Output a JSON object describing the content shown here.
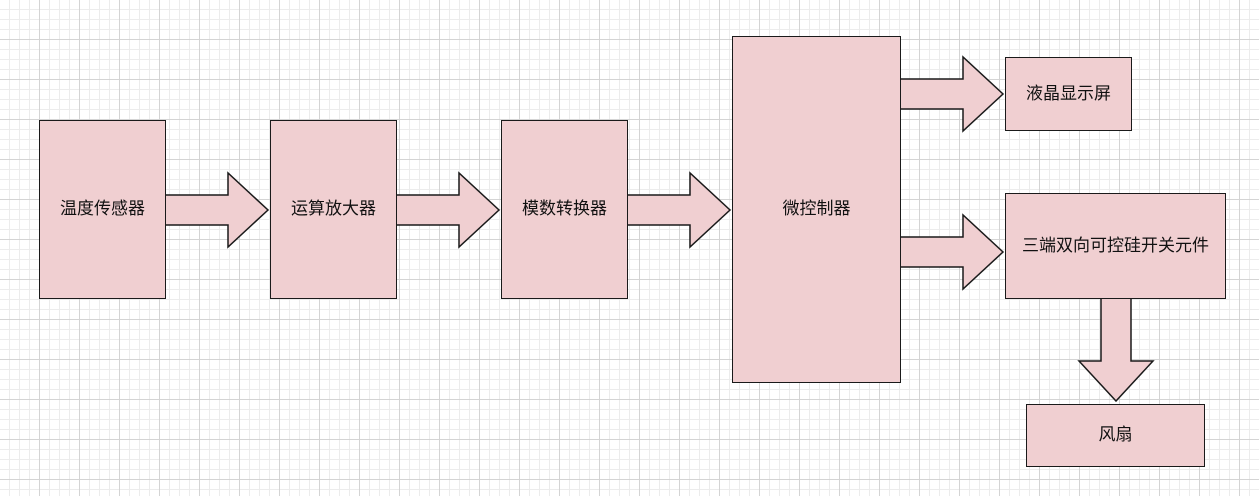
{
  "diagram": {
    "colors": {
      "node_fill": "#f0cfd1",
      "stroke": "#1a1a1a",
      "grid": "#d4d4d4"
    },
    "nodes": {
      "temperature_sensor": "温度传感器",
      "op_amp": "运算放大器",
      "adc": "模数转换器",
      "microcontroller": "微控制器",
      "lcd": "液晶显示屏",
      "triac": "三端双向可控硅开关元件",
      "fan": "风扇"
    },
    "edges": [
      {
        "from": "temperature_sensor",
        "to": "op_amp"
      },
      {
        "from": "op_amp",
        "to": "adc"
      },
      {
        "from": "adc",
        "to": "microcontroller"
      },
      {
        "from": "microcontroller",
        "to": "lcd"
      },
      {
        "from": "microcontroller",
        "to": "triac"
      },
      {
        "from": "triac",
        "to": "fan"
      }
    ]
  }
}
